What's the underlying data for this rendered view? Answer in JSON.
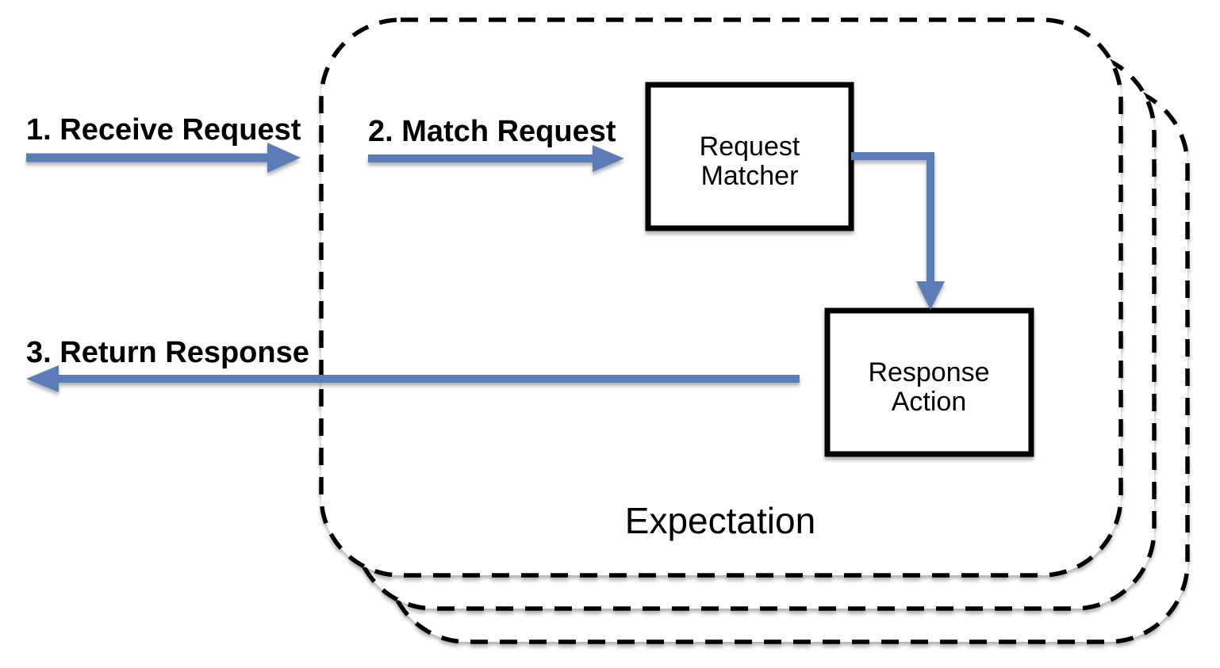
{
  "diagram": {
    "title": "Expectation",
    "stacked_cards": 3,
    "colors": {
      "arrow": "#5b7cb8",
      "outline": "#000000",
      "fill": "#ffffff"
    },
    "steps": {
      "step1": "1. Receive Request",
      "step2": "2. Match Request",
      "step3": "3. Return Response"
    },
    "boxes": {
      "request_matcher": {
        "line1": "Request",
        "line2": "Matcher"
      },
      "response_action": {
        "line1": "Response",
        "line2": "Action"
      }
    }
  }
}
